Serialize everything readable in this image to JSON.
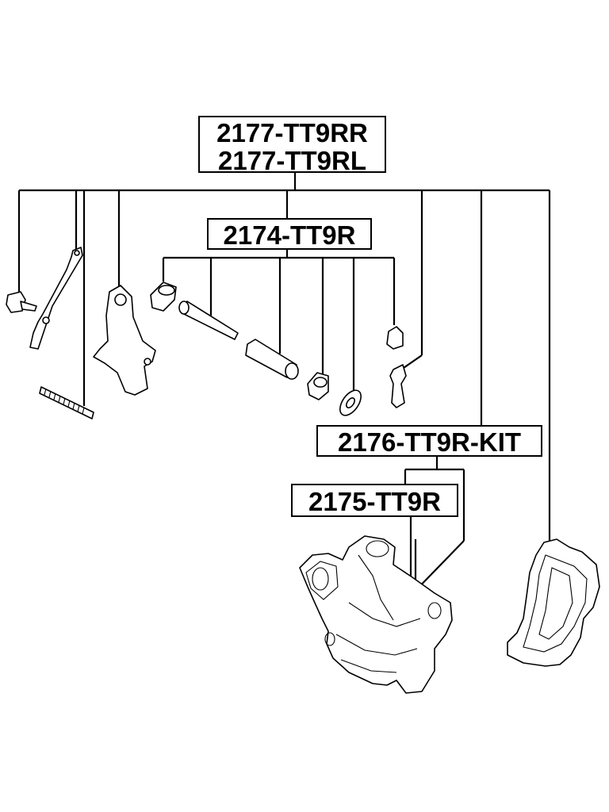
{
  "labels": {
    "kit_rr": "2177-TT9RR",
    "kit_rl": "2177-TT9RL",
    "pin_kit": "2174-TT9R",
    "caliper_kit": "2176-TT9R-KIT",
    "caliper": "2175-TT9R"
  }
}
